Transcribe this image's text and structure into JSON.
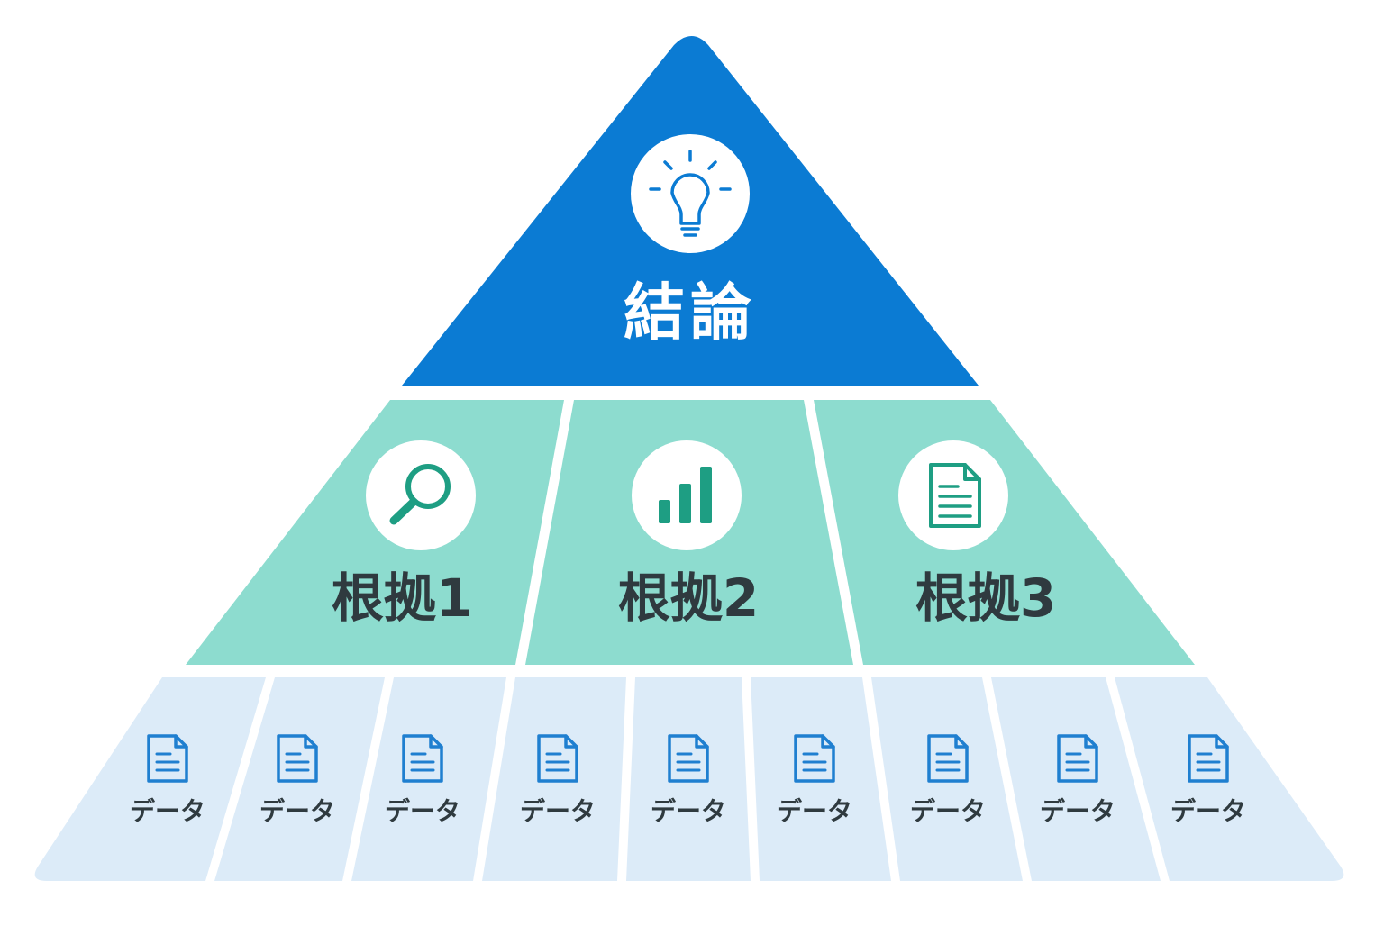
{
  "colors": {
    "conclusion_fill": "#0b7bd3",
    "reason_fill": "#8ddccf",
    "data_fill": "#dcebf8",
    "conclusion_text": "#ffffff",
    "reason_text": "#2f3a3f",
    "data_text": "#2f3a3f",
    "reason_icon": "#1e9e83",
    "data_icon": "#1f7fd0",
    "conclusion_icon": "#0b7bd3"
  },
  "conclusion": {
    "label": "結論",
    "icon": "lightbulb-icon"
  },
  "reasons": [
    {
      "label": "根拠1",
      "icon": "magnifier-icon"
    },
    {
      "label": "根拠2",
      "icon": "bar-chart-icon"
    },
    {
      "label": "根拠3",
      "icon": "document-icon"
    }
  ],
  "data_items": [
    {
      "label": "データ",
      "icon": "document-icon"
    },
    {
      "label": "データ",
      "icon": "document-icon"
    },
    {
      "label": "データ",
      "icon": "document-icon"
    },
    {
      "label": "データ",
      "icon": "document-icon"
    },
    {
      "label": "データ",
      "icon": "document-icon"
    },
    {
      "label": "データ",
      "icon": "document-icon"
    },
    {
      "label": "データ",
      "icon": "document-icon"
    },
    {
      "label": "データ",
      "icon": "document-icon"
    },
    {
      "label": "データ",
      "icon": "document-icon"
    }
  ]
}
